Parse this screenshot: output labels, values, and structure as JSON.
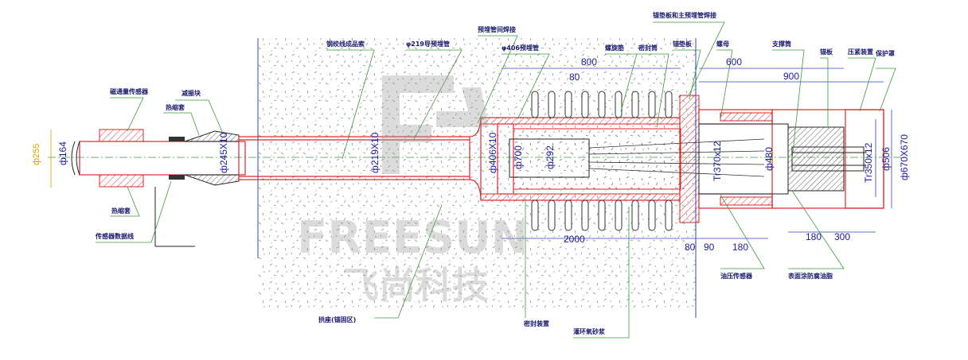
{
  "labels": {
    "sensor_magnetic": "磁通量传感器",
    "damping_block": "减振块",
    "heat_shrink_top": "热缩套",
    "heat_shrink_bottom": "热缩套",
    "sensor_cable": "传感器数据线",
    "finished_cable": "钢绞线成品索",
    "pipe_219": "φ219导预埋管",
    "pipe_weld": "预埋管间焊接",
    "pipe_406": "φ406预埋管",
    "spiral_rebar": "螺旋筋",
    "sealing_cylinder": "密封筒",
    "anchor_plate_weld": "锚垫板和主预埋管焊接",
    "anchor_plate": "锚垫板",
    "nut": "螺母",
    "support_cylinder": "支撑筒",
    "anchor_head": "锚板",
    "pressing_device": "压紧装置",
    "protective_cover": "保护罩",
    "hydraulic_sensor": "油压传感器",
    "surface_anticorrosion": "表面涂防腐油脂",
    "anchor_zone": "拱座(锚固区)",
    "sealing_device": "密封装置",
    "grouting": "灌环氧砂浆"
  },
  "dimensions": {
    "d164": "ф164",
    "d255": "ф255",
    "d245": "ф245X10",
    "d219": "ф219X10",
    "d406": "ф406X10",
    "d700": "ф700",
    "d292": "ф292",
    "tr370": "Tr370x12",
    "d480": "ф480",
    "tr350": "Tr350x12",
    "d506": "ф506",
    "d670": "ф670X670",
    "l800": "800",
    "l80top": "80",
    "l600": "600",
    "l900": "900",
    "l2000": "2000",
    "l80": "80",
    "l90": "90",
    "l180": "180",
    "l180b": "180",
    "l300": "300"
  },
  "watermark": {
    "name": "FREESUN",
    "cn": "飞尚科技"
  },
  "colors": {
    "steel": "#d8262a",
    "leader": "#3a9a3a",
    "dimension": "#1a1aa0",
    "highlight": "#d4a400"
  }
}
